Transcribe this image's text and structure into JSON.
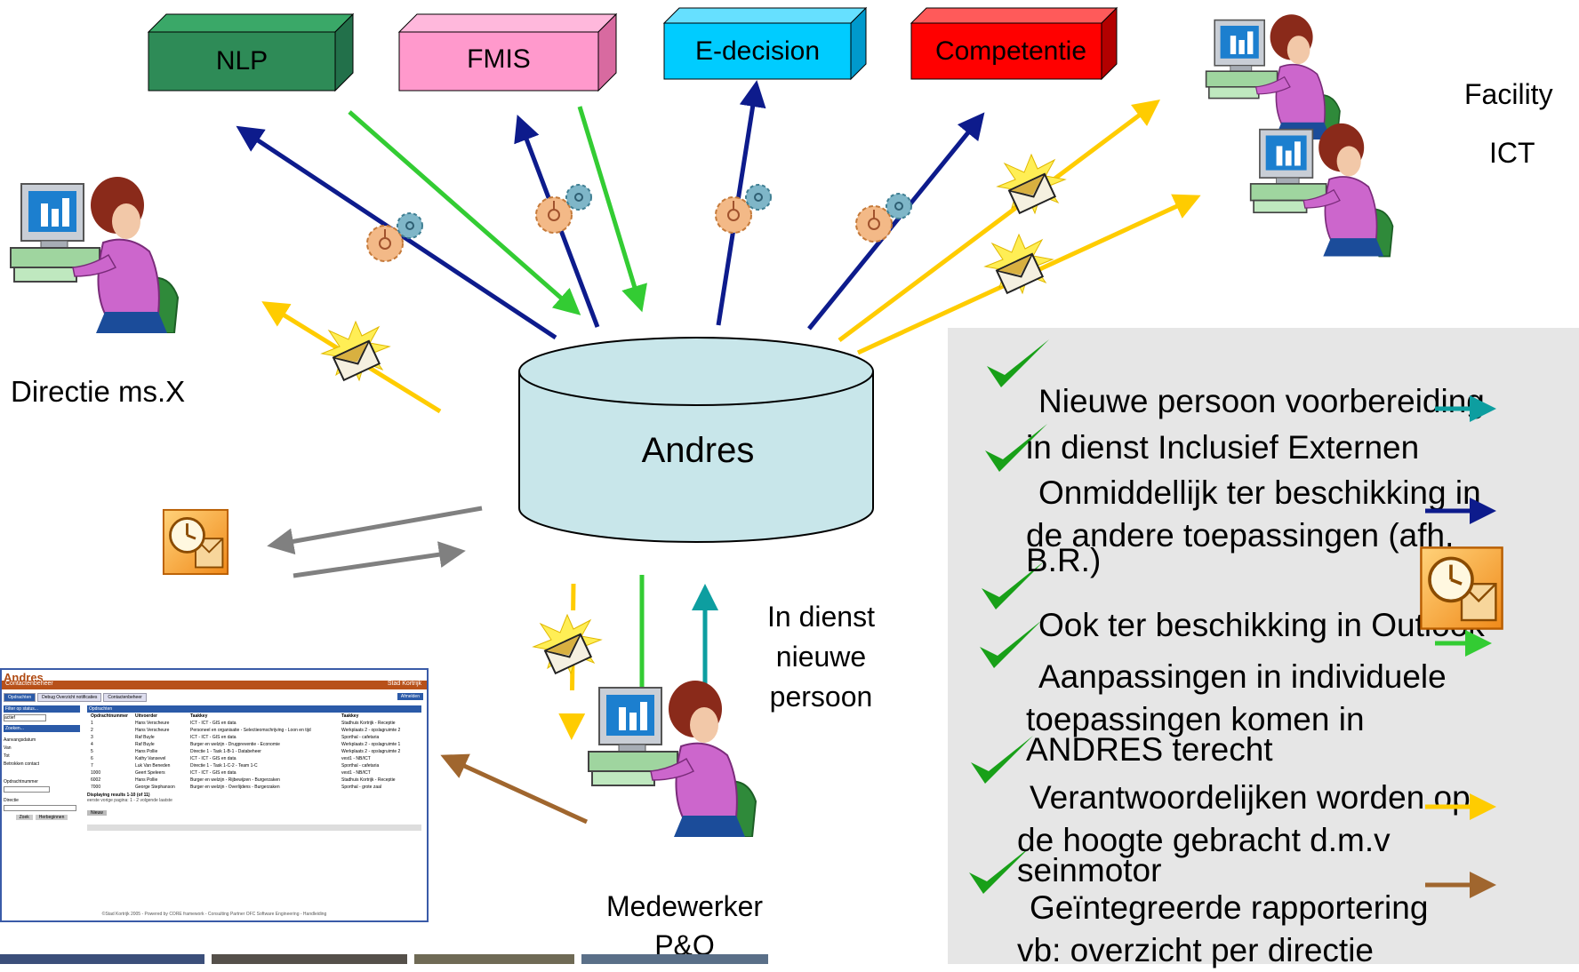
{
  "boxes": [
    {
      "label": "NLP",
      "color": "#2e8b57"
    },
    {
      "label": "FMIS",
      "color": "#ff99cc"
    },
    {
      "label": "E-decision",
      "color": "#00ccff"
    },
    {
      "label": "Competentie",
      "color": "#ff0000"
    }
  ],
  "database": {
    "label": "Andres",
    "color": "#c8e6ea"
  },
  "actors": {
    "directie": "Directie ms.X",
    "facility": "Facility",
    "ict": "ICT",
    "indienst_line1": "In dienst",
    "indienst_line2": "nieuwe",
    "indienst_line3": "persoon",
    "medewerker_line1": "Medewerker",
    "medewerker_line2": "P&O"
  },
  "arrow_colors": {
    "navy": "#0d1b8c",
    "green": "#33cc33",
    "yellow": "#ffcc00",
    "gray": "#808080",
    "teal": "#0d9ea0",
    "brown": "#a0662e"
  },
  "checklist": [
    {
      "lines": [
        " Nieuwe persoon voorbereiding",
        "in dienst  Inclusief Externen"
      ]
    },
    {
      "lines": [
        " Onmiddellijk ter beschikking in",
        "de andere toepassingen (afh.",
        "B.R.)"
      ]
    },
    {
      "lines": [
        " Ook ter beschikking in Outlook"
      ]
    },
    {
      "lines": [
        " Aanpassingen in individuele",
        "toepassingen komen in",
        "ANDRES terecht"
      ]
    },
    {
      "lines": [
        " Verantwoordelijken worden op",
        "de hoogte gebracht d.m.v",
        "seinmotor"
      ]
    },
    {
      "lines": [
        " Geïntegreerde rapportering",
        "vb: overzicht per directie"
      ]
    }
  ],
  "screenshot": {
    "title": "Andres",
    "subtitle": "Contactenbeheer",
    "brand": "Stad Kortrijk",
    "tabs": [
      "Opdrachten",
      "Debug Overzicht notificaties",
      "Contactenbeheer"
    ],
    "button": "Afmelden",
    "filter_label": "Filter op status...",
    "filter_value": "actief",
    "side_labels": [
      "Zoeken...",
      "Aanvangsdatum",
      "Van",
      "Tot",
      "Betrokken contact",
      "Opdrachtnummer",
      "Directie"
    ],
    "side_buttons": [
      "Zoek",
      "Herbeginnen"
    ],
    "table_title": "Opdrachten",
    "columns": [
      "Opdrachtnummer",
      "Uitvoerder",
      "Taakkey",
      "Taakkey"
    ],
    "rows": [
      [
        "1",
        "Hans Verscheure",
        "ICT - ICT - GIS en data",
        "Stadhuis Kortrijk - Receptie"
      ],
      [
        "2",
        "Hans Verscheure",
        "Personeel en organisatie - Selectieomschrijving - Loon en tijd",
        "Werkplaats 2 - opslagruimte 2"
      ],
      [
        "3",
        "Raf Buyle",
        "ICT - ICT - GIS en data",
        "Sporthal - cafetaria"
      ],
      [
        "4",
        "Raf Buyle",
        "Burger en welzijn - Drugpreventie - Economie",
        "Werkplaats 2 - opslagruimte 1"
      ],
      [
        "5",
        "Hans Pollie",
        "Directie 1 - Task 1-B-1 - Databeheer",
        "Werkplaats 2 - opslagruimte 2"
      ],
      [
        "6",
        "Kathy Vansevel",
        "ICT - ICT - GIS en data",
        "vest1 - NB/ICT"
      ],
      [
        "7",
        "Luk Van Beneden",
        "Directie 1 - Task 1-C-2 - Team 1-C",
        "Sporthal - cafetaria"
      ],
      [
        "1000",
        "Geert Speleers",
        "ICT - ICT - GIS en data",
        "vest1 - NB/ICT"
      ],
      [
        "6002",
        "Hans Pollie",
        "Burger en welzijn - Rijbewijzen - Burgerzaken",
        "Stadhuis Kortrijk - Receptie"
      ],
      [
        "7000",
        "George Stephanson",
        "Burger en welzijn - Overlijdens - Burgerzaken",
        "Sporthal - grote zaal"
      ]
    ],
    "results": "Displaying results 1-10 (of 11)",
    "paging": "eerste vorige  pagina: 1 - 2  volgende laatste",
    "new_button": "Nieuw",
    "footer": "©Stad Kortrijk 2005 - Powered by CORE framework - Consulting Partner OFC Software Engineering - Handleiding"
  }
}
